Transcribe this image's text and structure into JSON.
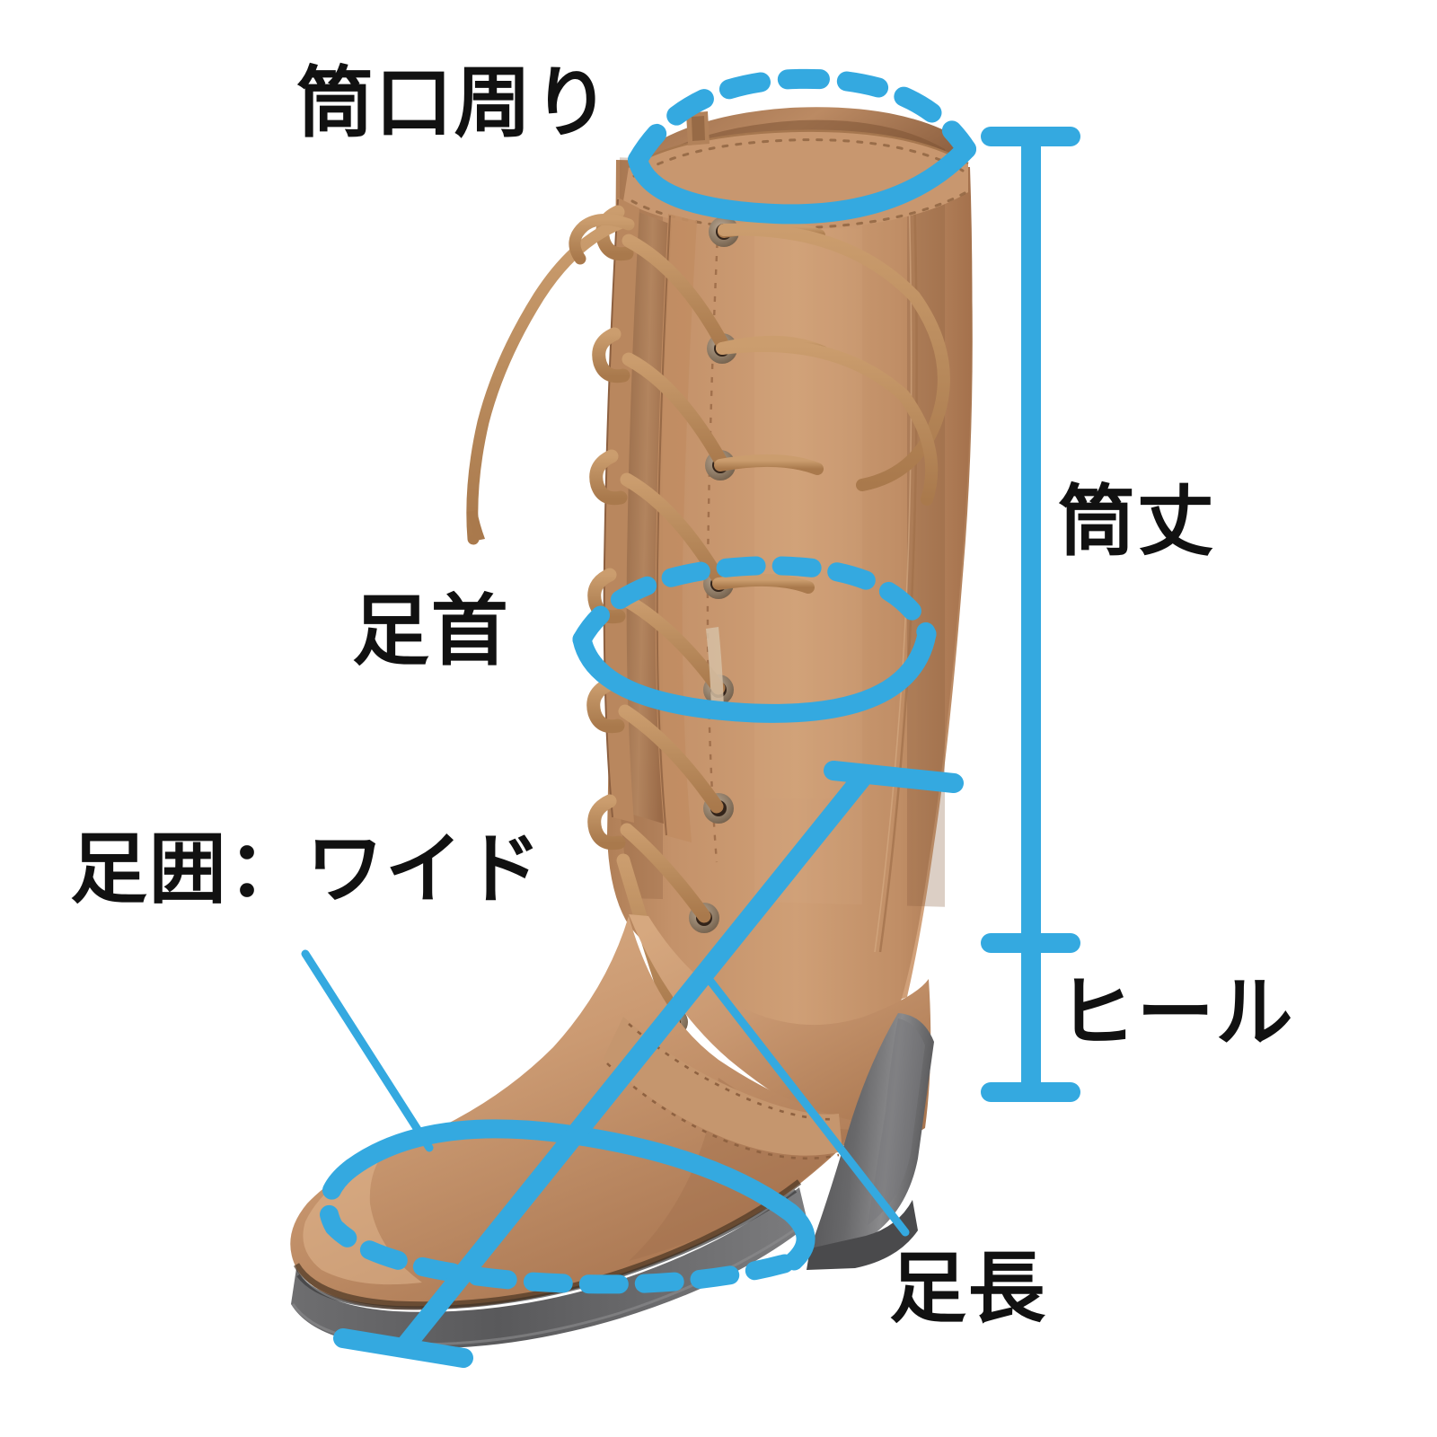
{
  "diagram": {
    "title_text": "",
    "subject": "boot-measurement-diagram",
    "product": {
      "type": "lace-up-heeled-mid-calf-boot",
      "leather_color": "#c08e66",
      "leather_shadow": "#9d6d4a",
      "leather_light": "#d9ab82",
      "sole_color": "#6a6a6a",
      "heel_color": "#58585a",
      "lace_color": "#bb8c5e",
      "eyelet_color": "#8e7a66"
    },
    "accent_color": "#34a9e0",
    "text_color": "#111111",
    "background_color": "#ffffff"
  },
  "labels": {
    "cuff_circumference": "筒口周り",
    "shaft_height": "筒丈",
    "ankle": "足首",
    "foot_width": "足囲：ワイド",
    "heel": "ヒール",
    "foot_length": "足長"
  },
  "measurements": [
    {
      "id": "cuff",
      "label": "筒口周り",
      "marker": "dashed-solid-ellipse",
      "location": "boot-opening"
    },
    {
      "id": "shaft",
      "label": "筒丈",
      "marker": "vertical-dimension-bar",
      "location": "right-side-top-to-heel-top"
    },
    {
      "id": "ankle",
      "label": "足首",
      "marker": "dashed-solid-ellipse",
      "location": "ankle"
    },
    {
      "id": "width",
      "label": "足囲：ワイド",
      "marker": "dashed-solid-ellipse-with-leader",
      "location": "forefoot-girth"
    },
    {
      "id": "heel",
      "label": "ヒール",
      "marker": "vertical-dimension-bar",
      "location": "right-side-heel"
    },
    {
      "id": "length",
      "label": "足長",
      "marker": "diagonal-dimension-line-with-leader",
      "location": "toe-to-heel"
    }
  ]
}
